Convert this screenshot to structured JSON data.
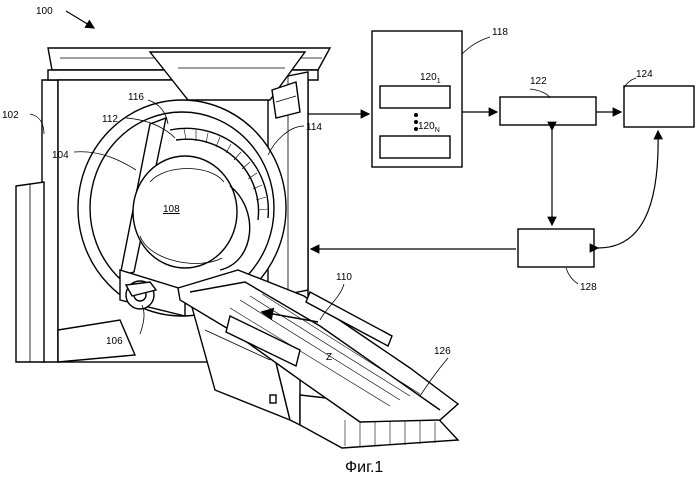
{
  "labels": {
    "system": "100",
    "gantry": "102",
    "rotor": "104",
    "source": "106",
    "object": "108",
    "bore": "110",
    "radiation_source": "112",
    "detector": "114",
    "collimator": "116",
    "reconstructor_unit": "118",
    "module_1_base": "120",
    "module_1_sub": "1",
    "module_n_base": "120",
    "module_n_sub": "N",
    "processor": "122",
    "display": "124",
    "table": "126",
    "controller": "128",
    "axis_z": "Z"
  },
  "caption": "Фиг.1"
}
